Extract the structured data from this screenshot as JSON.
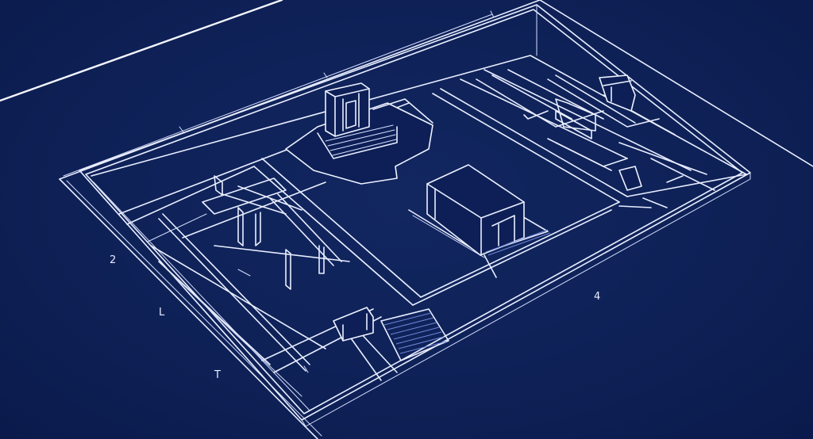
{
  "diagram": {
    "dimension_labels": [
      "2",
      "L",
      "T",
      "4"
    ]
  },
  "colors": {
    "background": "#0e2157",
    "lines": "#e9eeff"
  }
}
